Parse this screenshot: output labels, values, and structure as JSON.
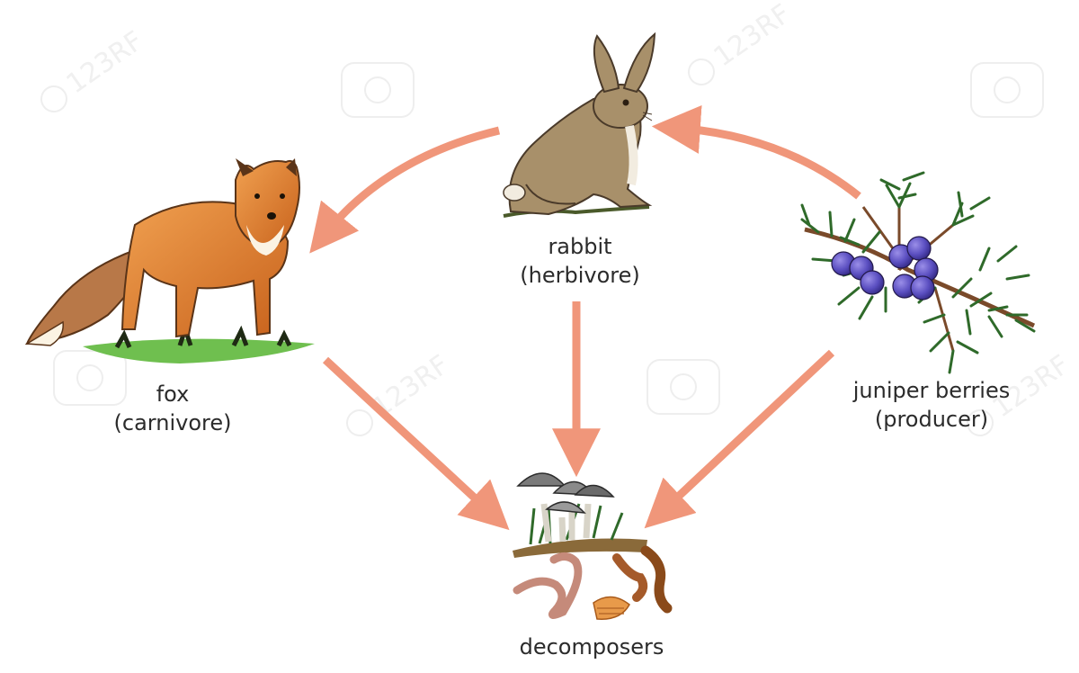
{
  "diagram": {
    "nodes": {
      "rabbit": {
        "name": "rabbit",
        "role": "(herbivore)"
      },
      "fox": {
        "name": "fox",
        "role": "(carnivore)"
      },
      "juniper": {
        "name": "juniper berries",
        "role": "(producer)"
      },
      "decomposers": {
        "name": "decomposers"
      }
    },
    "edges": [
      {
        "from": "juniper",
        "to": "rabbit"
      },
      {
        "from": "rabbit",
        "to": "fox"
      },
      {
        "from": "rabbit",
        "to": "decomposers"
      },
      {
        "from": "fox",
        "to": "decomposers"
      },
      {
        "from": "juniper",
        "to": "decomposers"
      }
    ],
    "arrow_color": "#f0967a"
  },
  "watermark": "123RF"
}
